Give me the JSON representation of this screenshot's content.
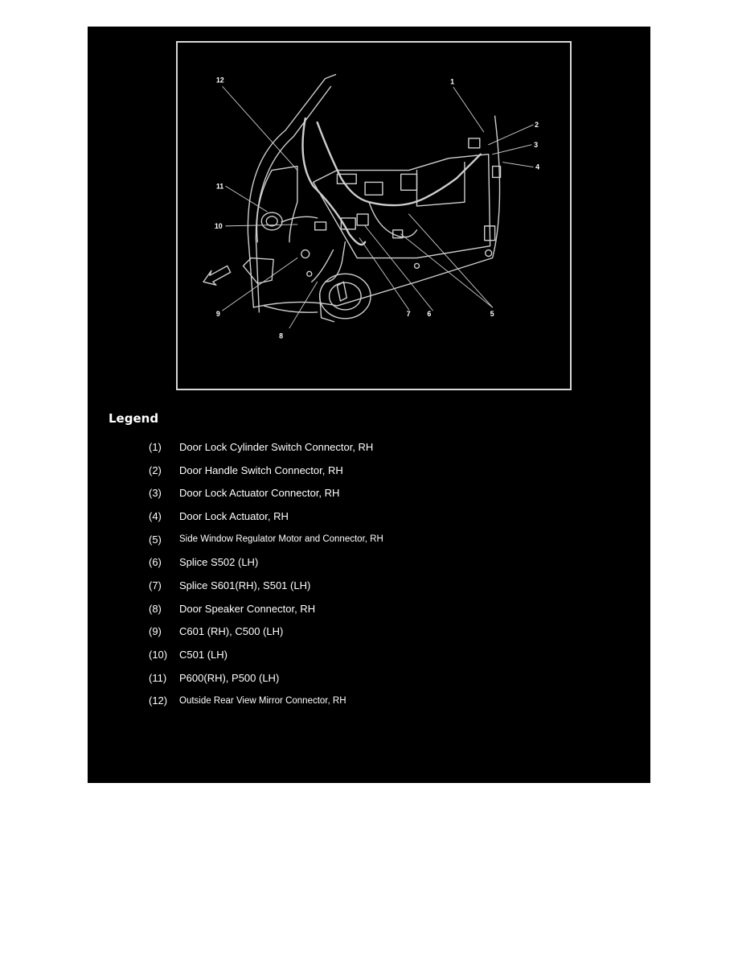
{
  "diagram": {
    "callouts": [
      "1",
      "2",
      "3",
      "4",
      "5",
      "6",
      "7",
      "8",
      "9",
      "10",
      "11",
      "12"
    ]
  },
  "legend": {
    "title": "Legend",
    "items": [
      {
        "num": "(1)",
        "text": "Door Lock Cylinder Switch Connector, RH"
      },
      {
        "num": "(2)",
        "text": "Door Handle Switch Connector, RH"
      },
      {
        "num": "(3)",
        "text": "Door Lock Actuator Connector, RH"
      },
      {
        "num": "(4)",
        "text": "Door Lock Actuator, RH"
      },
      {
        "num": "(5)",
        "text": "Side Window Regulator Motor and Connector, RH"
      },
      {
        "num": "(6)",
        "text": "Splice S502 (LH)"
      },
      {
        "num": "(7)",
        "text": "Splice S601(RH), S501 (LH)"
      },
      {
        "num": "(8)",
        "text": "Door Speaker Connector, RH"
      },
      {
        "num": "(9)",
        "text": "C601 (RH), C500 (LH)"
      },
      {
        "num": "(10)",
        "text": "C501 (LH)"
      },
      {
        "num": "(11)",
        "text": "P600(RH), P500 (LH)"
      },
      {
        "num": "(12)",
        "text": "Outside Rear View Mirror Connector, RH"
      }
    ]
  }
}
